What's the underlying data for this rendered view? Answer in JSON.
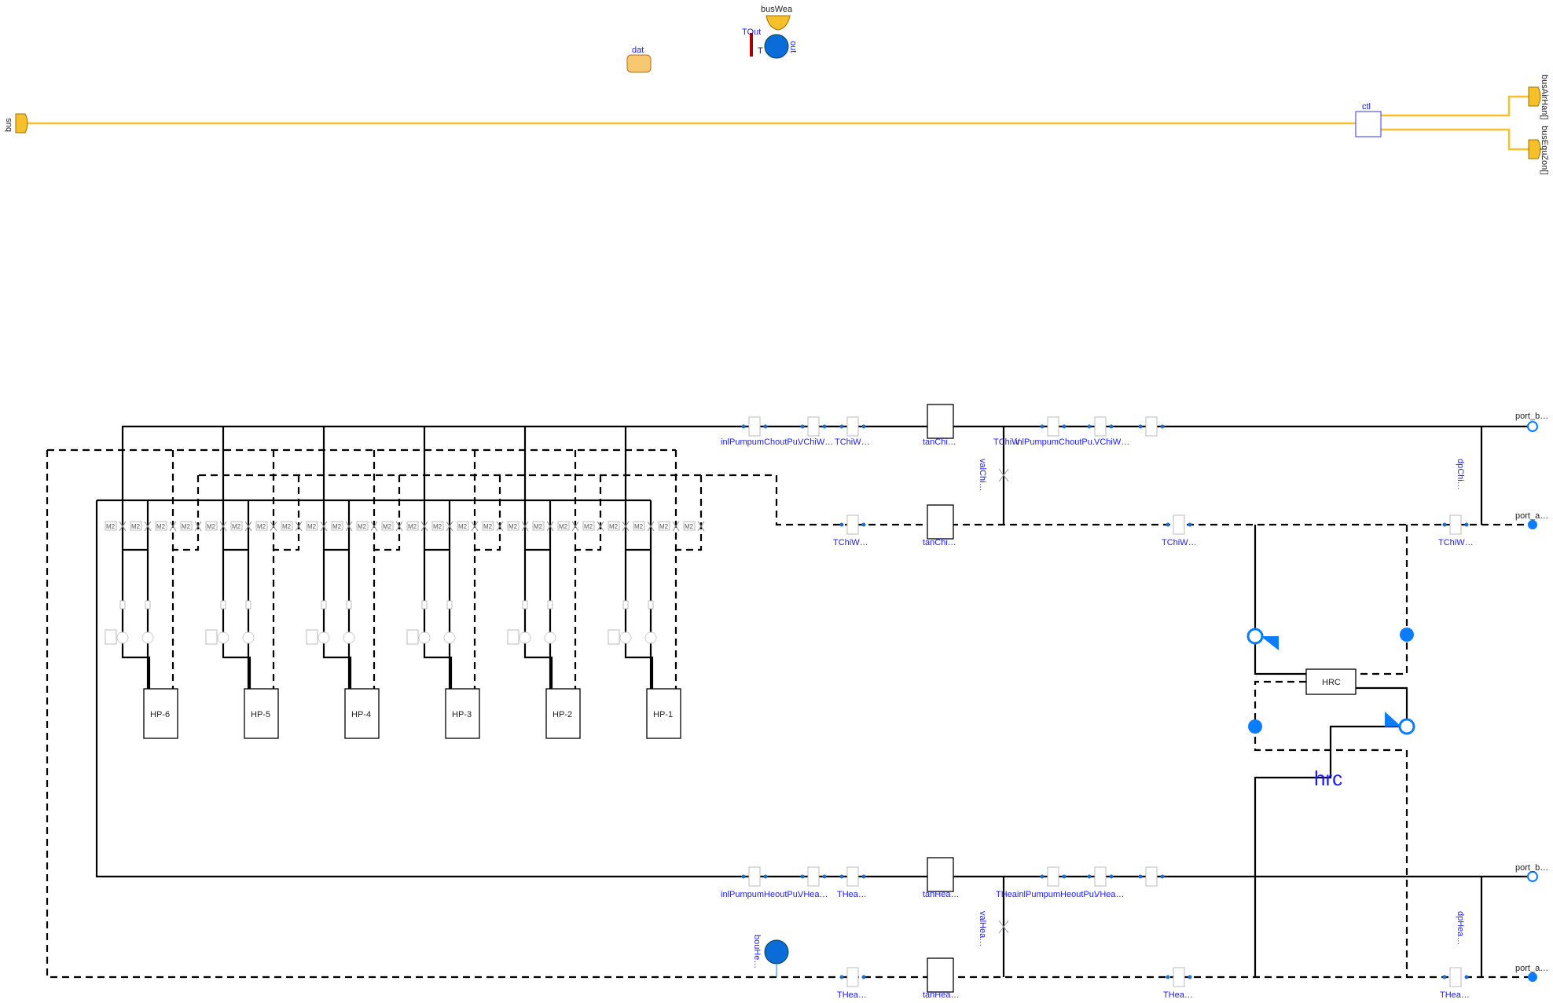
{
  "colors": {
    "bus": "#f5c02a",
    "port": "#0a7cff",
    "label": "#1a1aff"
  },
  "top": {
    "bus": "bus",
    "busWea": "busWea",
    "TOut": "TOut",
    "T": "T",
    "out": "out",
    "dat": "dat",
    "ctl": "ctl",
    "busAirHan": "busAirHan[]",
    "busEquZon": "busEquZon[]"
  },
  "valve_label": "M2",
  "heat_pumps": [
    "HP-6",
    "HP-5",
    "HP-4",
    "HP-3",
    "HP-2",
    "HP-1"
  ],
  "chw": {
    "pump1": "inlPumpumChoutPu.",
    "flow1": "VChiW…",
    "tsup1": "TChiW…",
    "tank_sup": "tanChi…",
    "tsup2": "TChiW",
    "pump2": "inlPumpumChoutPu.",
    "flow2": "VChiW…",
    "tret1": "TChiW…",
    "tank_ret": "tanChi…",
    "tret2": "TChiW…",
    "tret3": "TChiW…",
    "valve": "valChi…",
    "dp": "dpChi…",
    "port_b": "port_b…",
    "port_a": "port_a…"
  },
  "hhw": {
    "pump1": "inlPumpumHeoutPu.",
    "flow1": "VHea…",
    "tsup1": "THea…",
    "tank_sup": "tanHea…",
    "tsup2": "THea",
    "pump2": "inlPumpumHeoutPu.",
    "flow2": "VHea…",
    "tret1": "THea…",
    "tank_ret": "tanHea…",
    "tret2": "THea…",
    "tret3": "THea…",
    "valve": "valHea…",
    "dp": "dpHea…",
    "bou": "bouHe…",
    "port_b": "port_b…",
    "port_a": "port_a…"
  },
  "hrc": {
    "box": "HRC",
    "label": "hrc"
  }
}
